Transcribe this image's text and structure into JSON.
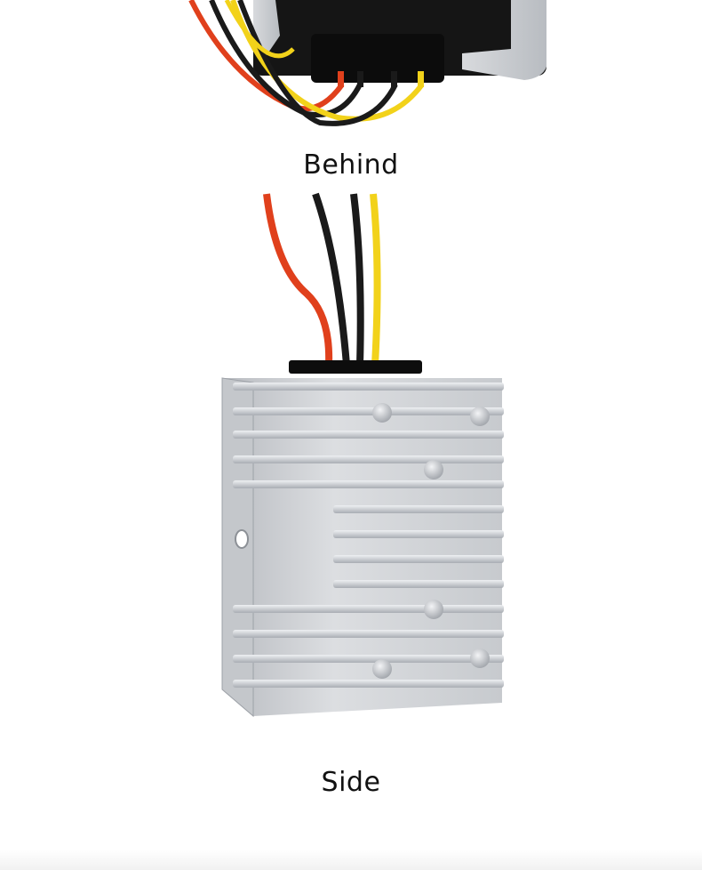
{
  "captions": {
    "behind": "Behind",
    "side": "Side"
  },
  "wire_colors": {
    "red": "#e0401c",
    "black": "#1a1a1a",
    "yellow": "#f2d21a"
  },
  "module_color": "#c9ccd0",
  "photos": [
    {
      "name": "behind-view",
      "subject": "converter-module-rear-with-wires"
    },
    {
      "name": "side-view",
      "subject": "converter-module-heatsink-fins"
    }
  ]
}
